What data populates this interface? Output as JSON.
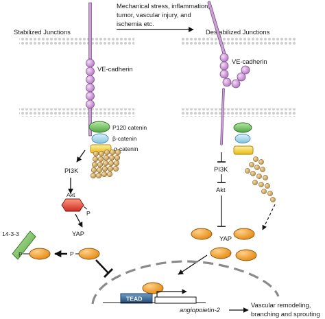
{
  "diagram": {
    "stimulus": {
      "lines": [
        "Mechanical stress, inflammation,",
        "tumor, vascular injury, and",
        "ischemia etc."
      ]
    },
    "left_state": {
      "title": "Stabilized Junctions",
      "cadherin_label": "VE-cadherin",
      "p120_label": "P120 catenin",
      "beta_label": "β-catenin",
      "alpha_label": "α-catenin"
    },
    "right_state": {
      "title": "Destabilized Junctions",
      "cadherin_label": "VE-cadherin"
    },
    "pathway_left": {
      "pi3k_label": "PI3K",
      "akt_label": "Akt",
      "akt_phospho": "P",
      "yap_label": "YAP",
      "yap_phospho": "P",
      "adaptor_label": "14-3-3",
      "adaptor_phospho": "P"
    },
    "pathway_right": {
      "pi3k_label": "PI3K",
      "akt_label": "Akt",
      "yap_label": "YAP"
    },
    "nucleus": {
      "tead_label": "TEAD",
      "gene_label": "angiopoietin-2",
      "outcome_lines": [
        "Vascular remodeling,",
        "branching and sprouting"
      ]
    },
    "colors": {
      "cadherin": "#c98fd6",
      "p120": "#6ec25e",
      "beta_catenin": "#a7d8ec",
      "alpha_catenin": "#f4d21f",
      "actin": "#d6b06a",
      "yap": "#f19a1f",
      "akt": "#e2473f",
      "adaptor": "#7cc45f",
      "tead": "#2c5c8a"
    }
  }
}
